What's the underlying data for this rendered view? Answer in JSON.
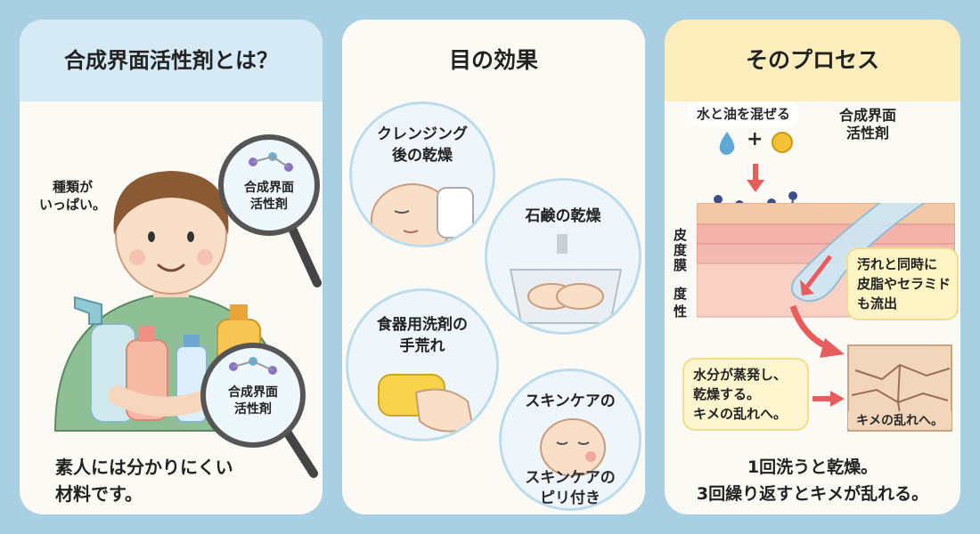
{
  "panel1": {
    "title": "合成界面活性剤とは？",
    "types_label": "種類が\nいっぱい。",
    "magnifier_top": "合成界面\n活性剤",
    "magnifier_bottom": "合成界面\n活性剤",
    "footer": "素人には分かりにくい\n材料です。"
  },
  "panel2": {
    "title": "目の効果",
    "circles": [
      {
        "label": "クレンジング\n後の乾燥"
      },
      {
        "label": "石鹸の乾燥"
      },
      {
        "label": "食器用洗剤の\n手荒れ"
      },
      {
        "label": "スキンケアの"
      }
    ],
    "skincare_bottom": "スキンケアの\nピリ付き"
  },
  "panel3": {
    "title": "そのプロセス",
    "mix_label": "水と油を混ぜる",
    "plus": "+",
    "surfactant_label": "合成界面\n活性剤",
    "layer_top": "皮\n度\n膜",
    "layer_bottom": "度\n性",
    "bubble_dirt": "汚れと同時に\n皮脂やセラミド\nも流出",
    "bubble_evap": "水分が蒸発し、\n乾燥する。\nキメの乱れへ。",
    "cracked_label": "キメの乱れへ。",
    "footer": "1回洗うと乾燥。\n3回繰り返すとキメが乱れる。"
  },
  "colors": {
    "background": "#a9cfe3",
    "panel": "#fbfaf5",
    "panel1_header": "#d6eaf5",
    "panel3_header": "#fbeebc",
    "bubble": "#fff4c4",
    "arrow": "#e85c5c"
  }
}
